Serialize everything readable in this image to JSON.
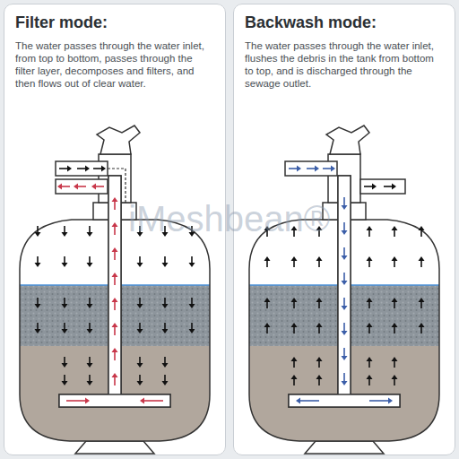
{
  "diagram": {
    "nodes": [
      {
        "text": [
          "Filter mode:",
          "The water passes through the water inlet, from top to bottom, passes through the filter layer, decomposes and filters, and then flows out of clear water."
        ]
      },
      {
        "text": [
          "Backwash mode:",
          "The water passes through the water inlet, flushes the debris in the tank from bottom to top, and is discharged through the sewage outlet."
        ]
      }
    ],
    "labels": [
      "iMeshbean®"
    ]
  }
}
